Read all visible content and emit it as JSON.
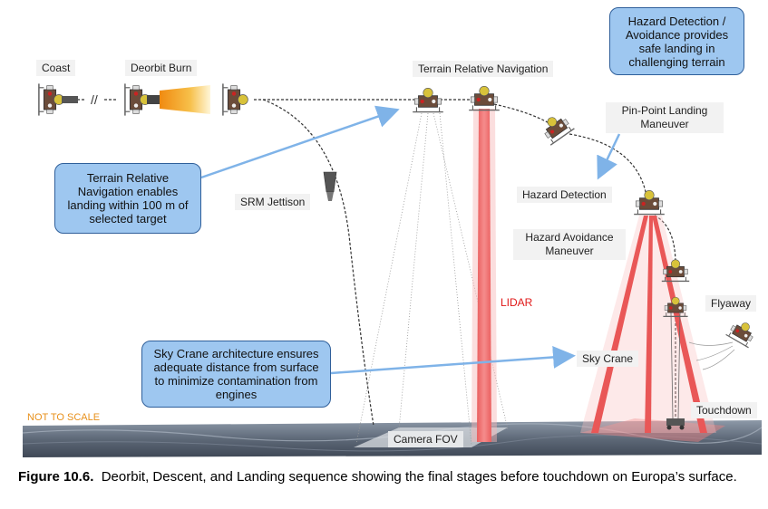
{
  "labels": {
    "coast": "Coast",
    "deorbit_burn": "Deorbit Burn",
    "trn": "Terrain Relative Navigation",
    "pin_point_1": "Pin-Point Landing",
    "pin_point_2": "Maneuver",
    "srm_jettison": "SRM Jettison",
    "hazard_detection": "Hazard Detection",
    "hazard_avoidance_1": "Hazard Avoidance",
    "hazard_avoidance_2": "Maneuver",
    "lidar": "LIDAR",
    "flyaway": "Flyaway",
    "sky_crane": "Sky Crane",
    "touchdown": "Touchdown",
    "camera_fov": "Camera FOV",
    "not_to_scale": "NOT TO SCALE"
  },
  "callouts": {
    "hazard": "Hazard Detection / Avoidance provides safe landing in challenging terrain",
    "trn": "Terrain Relative Navigation enables landing within 100 m of selected target",
    "sky_crane": "Sky Crane architecture ensures adequate distance from surface to minimize contamination from engines"
  },
  "caption": {
    "prefix": "Figure 10.6.",
    "text": "Deorbit, Descent, and Landing sequence showing the final stages before touchdown on Europa’s surface."
  },
  "colors": {
    "callout_fill": "#9ec7f0",
    "callout_border": "#2f5f9a",
    "arrow": "#7fb3e8",
    "lidar": "#e01818",
    "burn": "#f5a623"
  }
}
